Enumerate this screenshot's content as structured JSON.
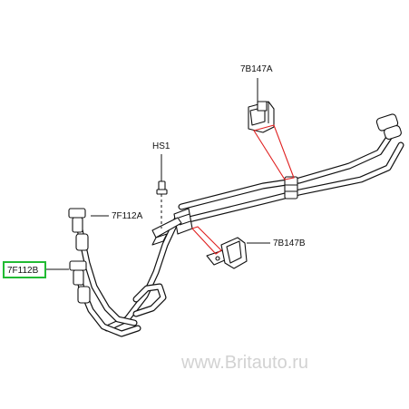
{
  "callouts": {
    "c_7b147a": "7B147A",
    "c_hs1": "HS1",
    "c_7f112a": "7F112A",
    "c_7b147b": "7B147B",
    "c_7f112b": "7F112B"
  },
  "watermark": "www.Britauto.ru",
  "colors": {
    "highlight": "#22bb33",
    "leader_red": "#e02020"
  }
}
